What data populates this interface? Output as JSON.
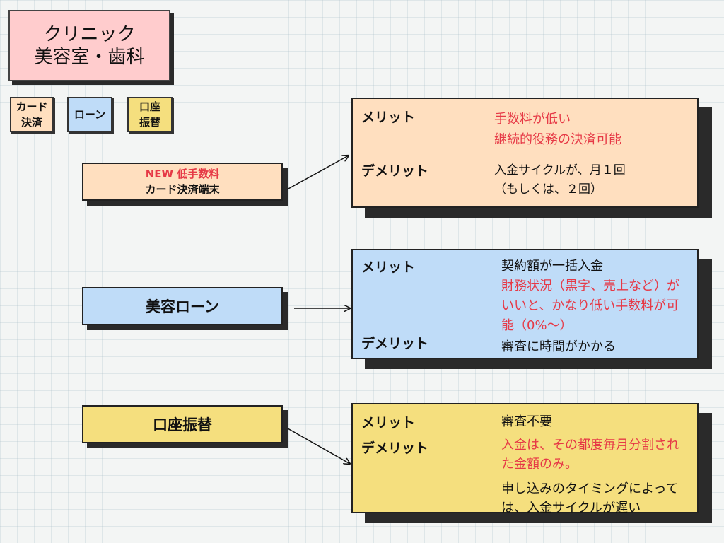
{
  "title": {
    "line1": "クリニック",
    "line2": "美容室・歯科"
  },
  "legend": {
    "card": {
      "line1": "カード",
      "line2": "決済"
    },
    "loan": {
      "line1": "ローン"
    },
    "account": {
      "line1": "口座",
      "line2": "振替"
    }
  },
  "categories": {
    "card": {
      "badge": "NEW 低手数料",
      "label": "カード決済端末"
    },
    "loan": {
      "label": "美容ローン"
    },
    "account": {
      "label": "口座振替"
    }
  },
  "details": {
    "card": {
      "merit_label": "メリット",
      "merit_lines": [
        "手数料が低い",
        "継続的役務の決済可能"
      ],
      "demerit_label": "デメリット",
      "demerit_lines": [
        "入金サイクルが、月１回",
        "（もしくは、２回）"
      ]
    },
    "loan": {
      "merit_label": "メリット",
      "merit_line1": "契約額が一括入金",
      "merit_red_lines": [
        "財務状況（黒字、売上など）が",
        "いいと、かなり低い手数料が可",
        "能（0%〜）"
      ],
      "demerit_label": "デメリット",
      "demerit_lines": [
        "審査に時間がかかる"
      ]
    },
    "account": {
      "merit_label": "メリット",
      "merit_lines": [
        "審査不要"
      ],
      "demerit_label": "デメリット",
      "demerit_red_lines": [
        "入金は、その都度毎月分割され",
        "た金額のみ。"
      ],
      "demerit_lines": [
        "申し込みのタイミングによって",
        "は、入金サイクルが遅い"
      ]
    }
  },
  "colors": {
    "title_bg": "#ffcccd",
    "card_bg": "#ffdfbf",
    "loan_bg": "#bfdcf8",
    "account_bg": "#f5df7e",
    "highlight_red": "#e63946"
  }
}
